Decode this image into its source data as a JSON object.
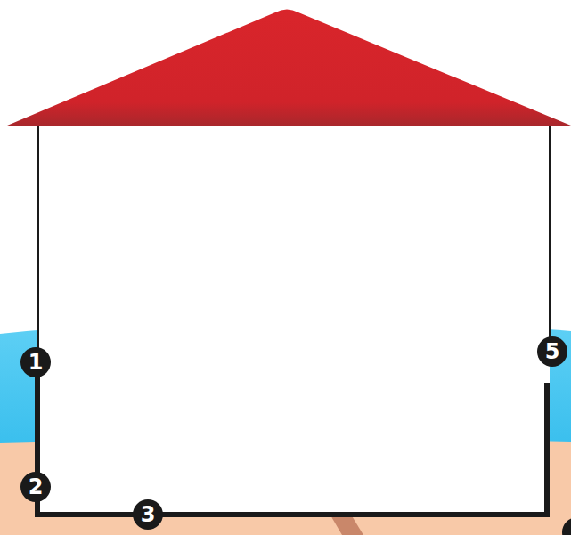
{
  "diagram": {
    "labels": [
      "1",
      "2",
      "3",
      "5"
    ]
  }
}
